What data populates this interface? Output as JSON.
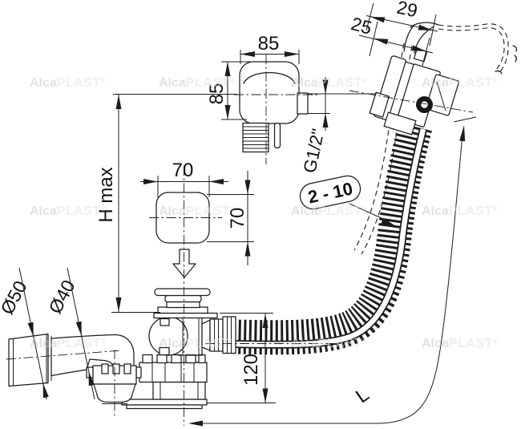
{
  "diagram": {
    "labels": {
      "width_top": "85",
      "height_side": "85",
      "knob_width": "70",
      "knob_height": "70",
      "overflow_depth": "29",
      "overflow_depth_inner": "25",
      "thread": "G1/2\"",
      "wall_range": "2 - 10",
      "height_max": "H max",
      "outlet_large": "Ø50",
      "outlet_small": "Ø40",
      "drain_height": "120",
      "hose_length": "L"
    },
    "watermark": {
      "alca": "Alca",
      "plast": "PLAST",
      "reg": "®"
    }
  }
}
